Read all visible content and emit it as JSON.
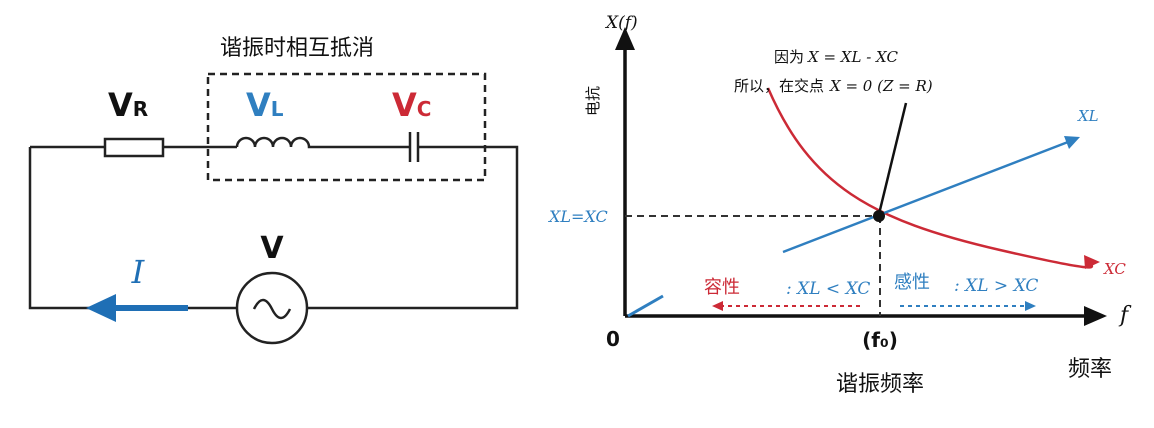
{
  "circuit": {
    "cancel_caption": "谐振时相互抵消",
    "vr": {
      "main": "V",
      "sub": "R"
    },
    "vl": {
      "main": "V",
      "sub": "L"
    },
    "vc": {
      "main": "V",
      "sub": "C"
    },
    "source_label": "V",
    "current_label": "I"
  },
  "graph": {
    "y_axis_label": "X(f)",
    "y_axis_caption": "电抗",
    "x_axis_label": "f",
    "x_axis_caption": "频率",
    "origin_label": "0",
    "f0_label": "(f₀)",
    "f0_caption": "谐振频率",
    "xl_eq_xc": "XL=XC",
    "xl_curve_label": "XL",
    "xc_curve_label": "XC",
    "note_line1_prefix": "因为",
    "note_line1_formula": "X = XL - XC",
    "note_line2_prefix": "所以，在交点",
    "note_line2_formula": "X = 0 (Z = R)",
    "capacitive_label": "容性",
    "capacitive_condition": ": XL < XC",
    "inductive_label": "感性",
    "inductive_condition": ": XL > XC"
  },
  "colors": {
    "xl_blue": "#2f7fc0",
    "xc_red": "#cc2a36",
    "black": "#111111",
    "arrow_blue": "#1f6fb5"
  }
}
